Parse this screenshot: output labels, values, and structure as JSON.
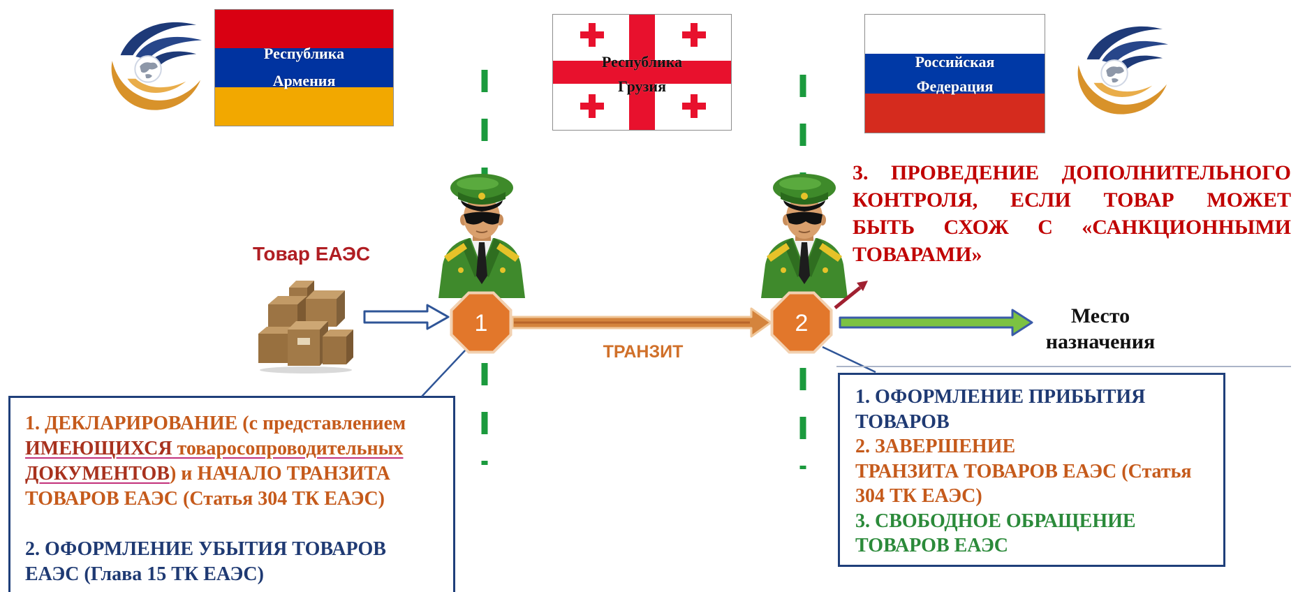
{
  "colors": {
    "orange_text": "#c55a1b",
    "blue_text": "#1f3a73",
    "green_text": "#2b8a3a",
    "red_text": "#c00000",
    "goods_label": "#b01e23",
    "box_border": "#1f3f7a",
    "border_dash": "#1b9a3d",
    "checkpoint_fill": "#e2772b",
    "underline": "#c2307a"
  },
  "icons": {
    "left_emblem": "eaeu-emblem-icon",
    "right_emblem": "eaeu-emblem-icon",
    "officer": "customs-officer-icon",
    "goods": "cardboard-boxes-icon"
  },
  "flags": {
    "armenia": {
      "line1": "Республика",
      "line2": "Армения",
      "stripes": [
        "#d90012",
        "#0033a0",
        "#f2a800"
      ]
    },
    "georgia": {
      "line1": "Республика",
      "line2": "Грузия",
      "field": "#ffffff",
      "cross": "#e8112d"
    },
    "russia": {
      "line1": "Российская",
      "line2": "Федерация",
      "stripes": [
        "#ffffff",
        "#0039a6",
        "#d52b1e"
      ]
    }
  },
  "goods_label": "Товар ЕАЭС",
  "checkpoints": [
    "1",
    "2"
  ],
  "transit_label": "ТРАНЗИТ",
  "destination": {
    "line1": "Место",
    "line2": "назначения"
  },
  "additional_control": {
    "lines": [
      "3. ПРОВЕДЕНИЕ ДОПОЛНИТЕЛЬНОГО",
      "КОНТРОЛЯ, ЕСЛИ ТОВАР МОЖЕТ",
      "БЫТЬ СХОЖ С «САНКЦИОННЫМИ",
      "ТОВАРАМИ»"
    ]
  },
  "departure_box": {
    "item1": {
      "line1": "1. ДЕКЛАРИРОВАНИЕ (с представлением",
      "line2_emph": "ИМЕЮЩИХСЯ",
      "line2_rest": " товаросопроводительных",
      "line3_emph": "ДОКУМЕНТОВ",
      "line3_rest": ") и НАЧАЛО ТРАНЗИТА",
      "line4": "ТОВАРОВ ЕАЭС (Статья 304 ТК ЕАЭС)"
    },
    "item2": {
      "line1": "2. ОФОРМЛЕНИЕ УБЫТИЯ ТОВАРОВ",
      "line2": "ЕАЭС (Глава 15 ТК ЕАЭС)"
    }
  },
  "arrival_box": {
    "item1": [
      "1. ОФОРМЛЕНИЕ ПРИБЫТИЯ",
      "ТОВАРОВ"
    ],
    "item2": [
      "2. ЗАВЕРШЕНИЕ",
      "ТРАНЗИТА ТОВАРОВ ЕАЭС (Статья",
      "304 ТК ЕАЭС)"
    ],
    "item3": [
      "3. СВОБОДНОЕ ОБРАЩЕНИЕ",
      "ТОВАРОВ ЕАЭС"
    ]
  }
}
